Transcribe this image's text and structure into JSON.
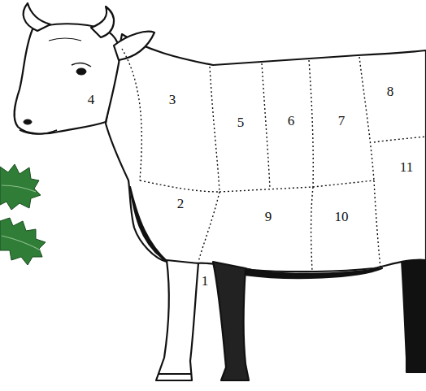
{
  "diagram": {
    "labels": [
      "4",
      "3",
      "5",
      "6",
      "7",
      "8",
      "11",
      "2",
      "9",
      "10",
      "1"
    ]
  }
}
